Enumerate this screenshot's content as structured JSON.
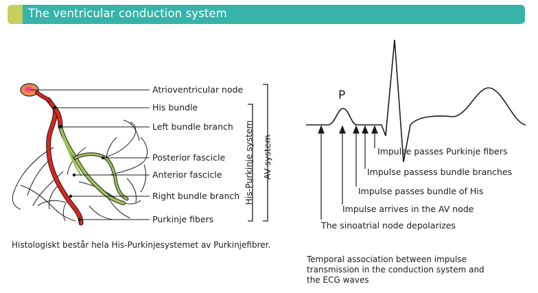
{
  "header": {
    "title": "The ventricular conduction system"
  },
  "anatomy": {
    "labels": [
      "Atrioventricular node",
      "His bundle",
      "Left bundle branch",
      "Posterior fascicle",
      "Anterior fascicle",
      "Right bundle branch",
      "Purkinje fibers"
    ],
    "bracket_labels": {
      "his_purkinje": "His-Purkinje system",
      "av": "AV system"
    },
    "caption": "Histologiskt består hela His-Purkinjesystemet av Purkinjefibrer."
  },
  "ecg": {
    "wave_label": "P",
    "annotations": [
      "Impulse passes Purkinje fibers",
      "Impulse passess bundle branches",
      "Impulse passes bundle of His",
      "Impulse arrives in the AV node",
      "The sinoatrial node depolarizes"
    ],
    "caption_lines": [
      "Temporal association between impulse",
      "transmission in the conduction system and",
      "the ECG waves"
    ]
  },
  "colors": {
    "header_bg": "#37b3a9",
    "header_accent": "#c6d060",
    "bundle_red": "#d9261c",
    "fascicle_green": "#9cc45a",
    "av_node": "#f4a93d"
  }
}
